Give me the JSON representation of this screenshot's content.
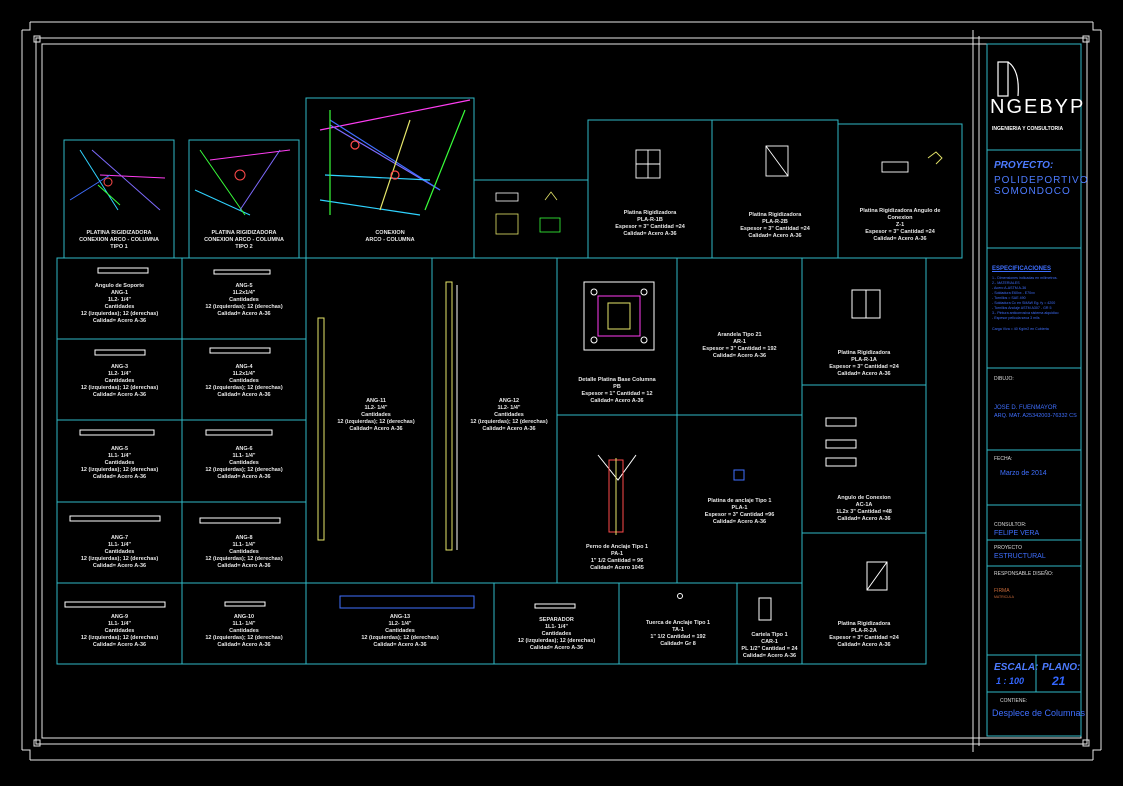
{
  "titleblock": {
    "company_name": "NGEBYP",
    "company_tagline": "INGENIERIA Y CONSULTORIA",
    "project_label": "PROYECTO:",
    "project_name_1": "POLIDEPORTIVO",
    "project_name_2": "SOMONDOCO",
    "specs_label": "ESPECIFICACIONES",
    "specs_lines": [
      "1.- Dimensiones indicadas en milimetros.",
      "2.- MATERIALES",
      "   - Acero A-ASTM A-36",
      "   - Soldadura E60xx - E70xx",
      "   - Tornillos = SAE 490",
      "   - Soldadura Cc en SMAW Eg. fy = 4200",
      "   - Tornillos Anclaje ASTM A307 - GR 5",
      "3.- Pintura anticorrosiva sistema alquidico",
      "   - Espesor pelicula seca 3 mils"
    ],
    "specs_footer": "Carga Viva = 40 Kg/m2 en Cubierta",
    "drawn_label": "DIBUJO:",
    "engineer_name": "JOSE D. FUENMAYOR",
    "engineer_reg": "ARQ. MAT. A25342003-76332 CS",
    "date_label": "FECHA:",
    "date_value": "Marzo de 2014",
    "consultant_label": "CONSULTOR:",
    "consultant_value": "FELIPE VERA",
    "project_type_label": "PROYECTO",
    "project_type_value": "ESTRUCTURAL",
    "responsible_label": "RESPONSABLE  DISEÑO:",
    "signature_label": "FIRMA",
    "signature_sub": "MATRICULA",
    "scale_label": "ESCALA:",
    "scale_value": "1 : 100",
    "sheet_label": "PLANO:",
    "sheet_value": "21",
    "content_label": "CONTIENE:",
    "content_value": "Desplece de Columnas"
  },
  "cells": [
    {
      "id": "c1",
      "title": "PLATINA RIGIDIZADORA\nCONEXION ARCO - COLUMNA\nTIPO 1"
    },
    {
      "id": "c2",
      "title": "PLATINA RIGIDIZADORA\nCONEXION ARCO - COLUMNA\nTIPO 2"
    },
    {
      "id": "c3",
      "title": "CONEXION\nARCO - COLUMNA"
    },
    {
      "id": "c4",
      "title": ""
    },
    {
      "id": "c5",
      "title": "Platina Rigidizadora\nPLA-R-1B\nEspesor = 3\" Cantidad =24\nCalidad= Acero A-36"
    },
    {
      "id": "c6",
      "title": "Platina Rigidizadora\nPLA-R-2B\nEspesor = 3\" Cantidad =24\nCalidad= Acero A-36"
    },
    {
      "id": "c7",
      "title": "Platina Rigidizadora Angulo de\nConexion\nZ-1\nEspesor = 3\" Cantidad =24\nCalidad= Acero A-36"
    },
    {
      "id": "c8",
      "title": "Angulo de Soporte\nANG-1\n1L2- 1/4\"\nCantidades\n12 (izquierdas); 12 (derechas)\nCalidad= Acero A-36"
    },
    {
      "id": "c9",
      "title": "ANG-5\n1L2x1/4\"\nCantidades\n12 (izquierdas); 12 (derechas)\nCalidad= Acero A-36"
    },
    {
      "id": "c10",
      "title": "ANG-3\n1L2- 1/4\"\nCantidades\n12 (izquierdas); 12 (derechas)\nCalidad= Acero A-36"
    },
    {
      "id": "c11",
      "title": "ANG-4\n1L2x1/4\"\nCantidades\n12 (izquierdas); 12 (derechas)\nCalidad= Acero A-36"
    },
    {
      "id": "c12",
      "title": "ANG-5\n1L1- 1/4\"\nCantidades\n12 (izquierdas); 12 (derechas)\nCalidad= Acero A-36"
    },
    {
      "id": "c13",
      "title": "ANG-6\n1L1- 1/4\"\nCantidades\n12 (izquierdas); 12 (derechas)\nCalidad= Acero A-36"
    },
    {
      "id": "c14",
      "title": "ANG-7\n1L1- 1/4\"\nCantidades\n12 (izquierdas); 12 (derechas)\nCalidad= Acero A-36"
    },
    {
      "id": "c15",
      "title": "ANG-8\n1L1- 1/4\"\nCantidades\n12 (izquierdas); 12 (derechas)\nCalidad= Acero A-36"
    },
    {
      "id": "c16",
      "title": "ANG-11\n1L2- 1/4\"\nCantidades\n12 (izquierdas); 12 (derechas)\nCalidad= Acero A-36"
    },
    {
      "id": "c17",
      "title": "ANG-12\n1L2- 1/4\"\nCantidades\n12 (izquierdas); 12 (derechas)\nCalidad= Acero A-36"
    },
    {
      "id": "c18",
      "title": "Detalle Platina Base Columna\nPB\nEspesor = 1\" Cantidad = 12\nCalidad= Acero A-36"
    },
    {
      "id": "c19",
      "title": "Arandela Tipo 21\nAR-1\nEspesor = 3\" Cantidad = 192\nCalidad= Acero A-36"
    },
    {
      "id": "c20",
      "title": "Platina Rigidizadora\nPLA-R-1A\nEspesor = 3\" Cantidad =24\nCalidad= Acero A-36"
    },
    {
      "id": "c21",
      "title": "Perno de Anclaje Tipo 1\nPA-1\n1\" 1/2 Cantidad = 96\nCalidad= Acero 1045"
    },
    {
      "id": "c22",
      "title": "Platina de anclaje Tipo 1\nPLA-1\nEspesor = 3\" Cantidad =96\nCalidad= Acero A-36"
    },
    {
      "id": "c23",
      "title": "Angulo de Conexion\nAC-1A\n1L2x 3\" Cantidad =48\nCalidad= Acero A-36"
    },
    {
      "id": "c24",
      "title": "ANG-9\n1L1- 1/4\"\nCantidades\n12 (izquierdas); 12 (derechas)\nCalidad= Acero A-36"
    },
    {
      "id": "c25",
      "title": "ANG-10\n1L1- 1/4\"\nCantidades\n12 (izquierdas); 12 (derechas)\nCalidad= Acero A-36"
    },
    {
      "id": "c26",
      "title": "ANG-13\n1L2- 1/4\"\nCantidades\n12 (izquierdas); 12 (derechas)\nCalidad= Acero A-36"
    },
    {
      "id": "c27",
      "title": "SEPARADOR\n1L1- 1/4\"\nCantidades\n12 (izquierdas); 12 (derechas)\nCalidad= Acero A-36"
    },
    {
      "id": "c28",
      "title": "Tuerca de Anclaje Tipo 1\nTA-1\n1\" 1/2 Cantidad = 192\nCalidad= Gr 8"
    },
    {
      "id": "c29",
      "title": "Cartela Tipo 1\nCAR-1\nPL 1/2\" Cantidad = 24\nCalidad= Acero A-36"
    },
    {
      "id": "c30",
      "title": "Platina Rigidizadora\nPLA-R-2A\nEspesor = 3\" Cantidad =24\nCalidad= Acero A-36"
    }
  ],
  "colors": {
    "background": "#000000",
    "border": "#ffffff",
    "grid": "#2fb9c6",
    "accent": "#3f6fff"
  }
}
